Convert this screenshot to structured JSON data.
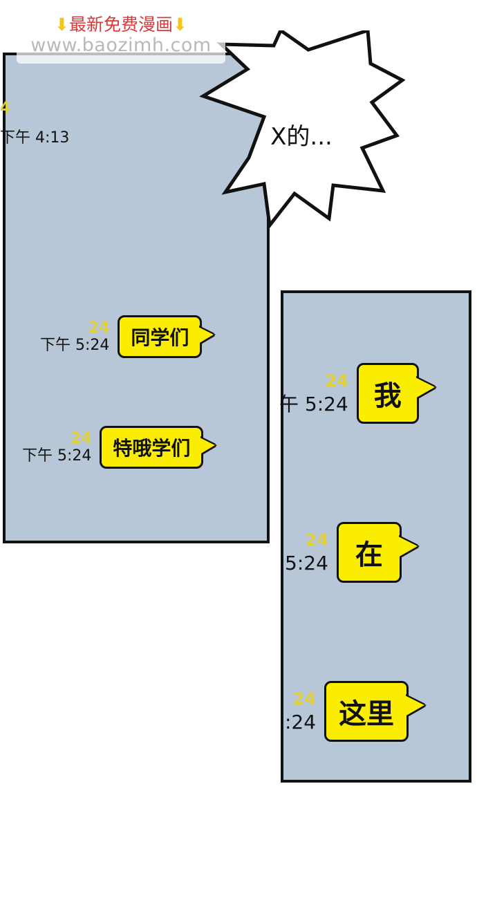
{
  "watermark": {
    "line1": "最新免费漫画",
    "hand_left": "⬇",
    "hand_right": "⬇",
    "line2": "www.baozimh.com"
  },
  "panels": [
    {
      "name": "left-panel"
    },
    {
      "name": "right-panel"
    }
  ],
  "speech_balloon": {
    "text": "X的..."
  },
  "messages": {
    "left": [
      {
        "unread": "4",
        "time": "下午 4:13",
        "text": ""
      },
      {
        "unread": "24",
        "time": "下午 5:24",
        "text": "同学们"
      },
      {
        "unread": "24",
        "time": "下午 5:24",
        "text": "特哦学们"
      }
    ],
    "right": [
      {
        "unread": "24",
        "time": "午 5:24",
        "text": "我"
      },
      {
        "unread": "24",
        "time": "5:24",
        "text": "在"
      },
      {
        "unread": "24",
        "time": ":24",
        "text": "这里"
      }
    ]
  },
  "colors": {
    "panel_fill": "#b7c7d8",
    "bubble_fill": "#fbed00",
    "outline": "#111111",
    "unread_text": "#e2d23a",
    "watermark_red": "#d23c3c",
    "watermark_gray": "#b9b9b9"
  }
}
